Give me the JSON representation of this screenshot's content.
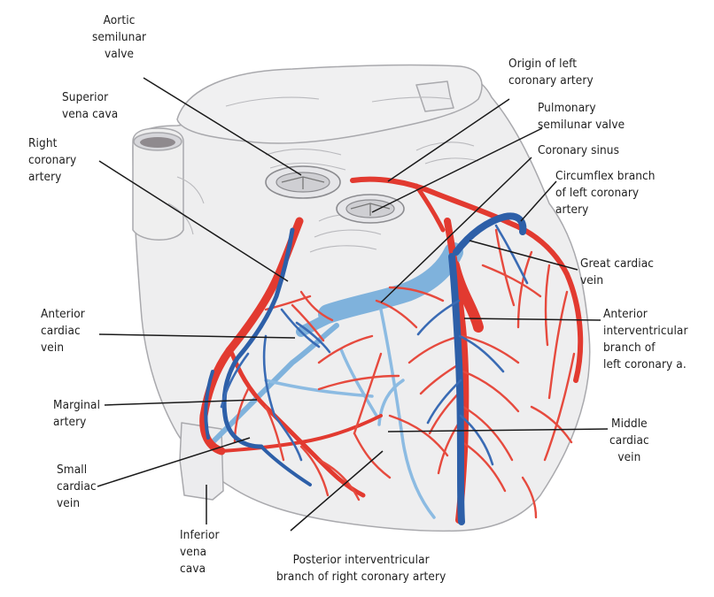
{
  "colors": {
    "artery": "#e23a30",
    "vein": "#2d5fa8",
    "sinus": "#7fb2dc",
    "heart_fill": "#eeeeef",
    "heart_outline": "#a9a9ad",
    "leader": "#1a1a1a"
  },
  "labels": {
    "aortic_valve": "Aortic\nsemilunar\nvalve",
    "superior_vena_cava": "Superior\nvena cava",
    "right_coronary_artery": "Right\ncoronary\nartery",
    "origin_left_coronary": "Origin of left\ncoronary artery",
    "pulmonary_valve": "Pulmonary\nsemilunar valve",
    "coronary_sinus": "Coronary sinus",
    "circumflex_branch": "Circumflex branch\nof left coronary\nartery",
    "great_cardiac_vein": "Great cardiac\nvein",
    "anterior_cardiac_vein": "Anterior\ncardiac\nvein",
    "anterior_interventricular": "Anterior\ninterventricular\nbranch of\nleft coronary a.",
    "marginal_artery": "Marginal\nartery",
    "middle_cardiac_vein": "Middle\ncardiac\nvein",
    "small_cardiac_vein": "Small\ncardiac\nvein",
    "inferior_vena_cava": "Inferior\nvena\ncava",
    "posterior_interventricular": "Posterior interventricular\nbranch of right coronary artery"
  }
}
